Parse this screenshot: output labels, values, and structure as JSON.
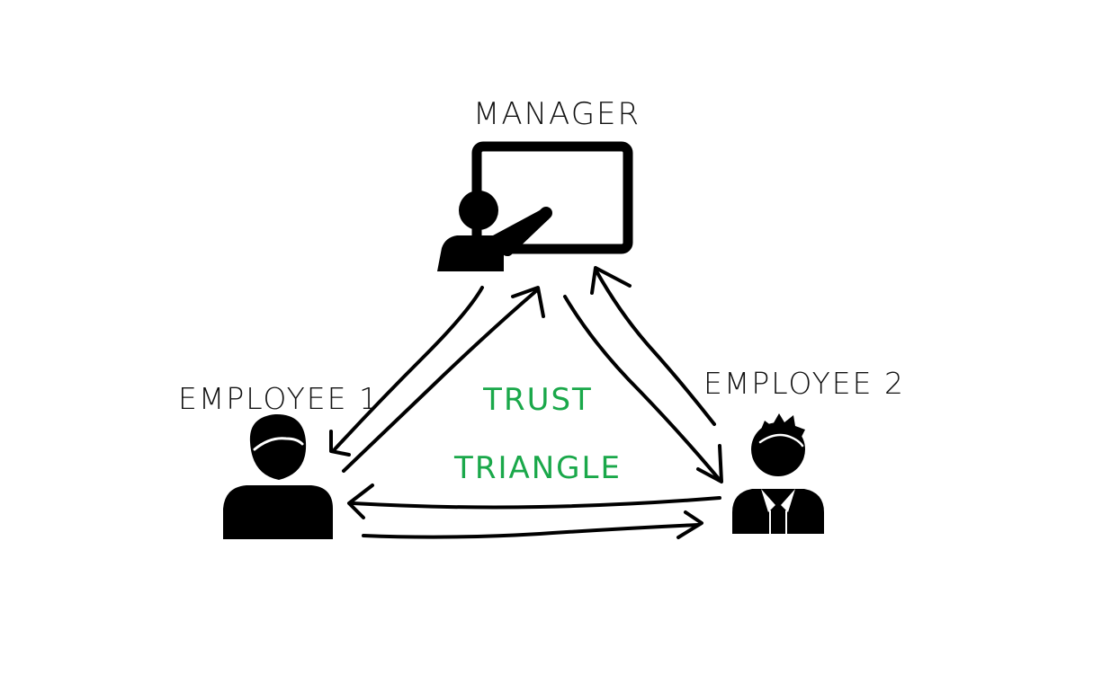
{
  "labels": {
    "manager": "MANAGER",
    "employee1": "EMPLOYEE 1",
    "employee2": "EMPLOYEE 2"
  },
  "title": {
    "line1": "TRUST",
    "line2": "TRIANGLE"
  },
  "colors": {
    "title": "#1aa84a",
    "ink": "#000000"
  },
  "icons": {
    "manager": "presenter-at-board-icon",
    "employee1": "person-icon",
    "employee2": "person-with-collar-icon"
  }
}
